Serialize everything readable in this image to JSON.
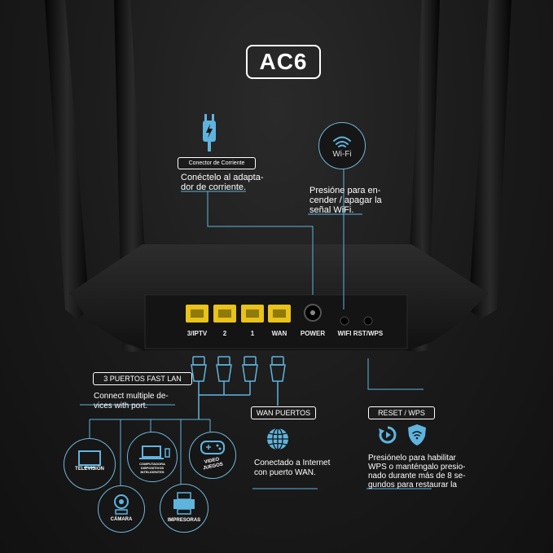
{
  "title": "AC6",
  "power_connector": {
    "label": "Conector de Corriente",
    "desc": [
      "Conéctelo al adapta-",
      "dor de corriente."
    ]
  },
  "wifi": {
    "icon_label": "Wi-Fi",
    "desc": [
      "Presióne para en-",
      "cender / apagar la",
      "señal WiFi."
    ]
  },
  "ports": {
    "lan3": "3/IPTV",
    "lan2": "2",
    "lan1": "1",
    "wan": "WAN",
    "power": "POWER",
    "wifi": "WIFI",
    "rst": "RST/WPS"
  },
  "lan": {
    "label": "3 PUERTOS FAST LAN",
    "desc": [
      "Connect multiple de-",
      "vices with port."
    ]
  },
  "wan": {
    "label": "WAN PUERTOS",
    "desc": [
      "Conectado a Internet",
      "con puerto WAN."
    ]
  },
  "reset": {
    "label": "RESET / WPS",
    "desc": [
      "Presiónelo para habilitar",
      "WPS o manténgalo presio-",
      "nado durante más de 8 se-",
      "gundos para restaurar la"
    ]
  },
  "devices": {
    "tv": "TELEVISIÓN",
    "camera": "CÁMARA",
    "computer": "COMPUTADORA DISPOSITIVOS INTELIGENTES",
    "printer": "IMPRESORAS",
    "games": [
      "VIDEO",
      "JUEGOS"
    ]
  },
  "colors": {
    "accent": "#5fb4de",
    "port_yellow": "#e9c21a",
    "background": "#161616"
  }
}
